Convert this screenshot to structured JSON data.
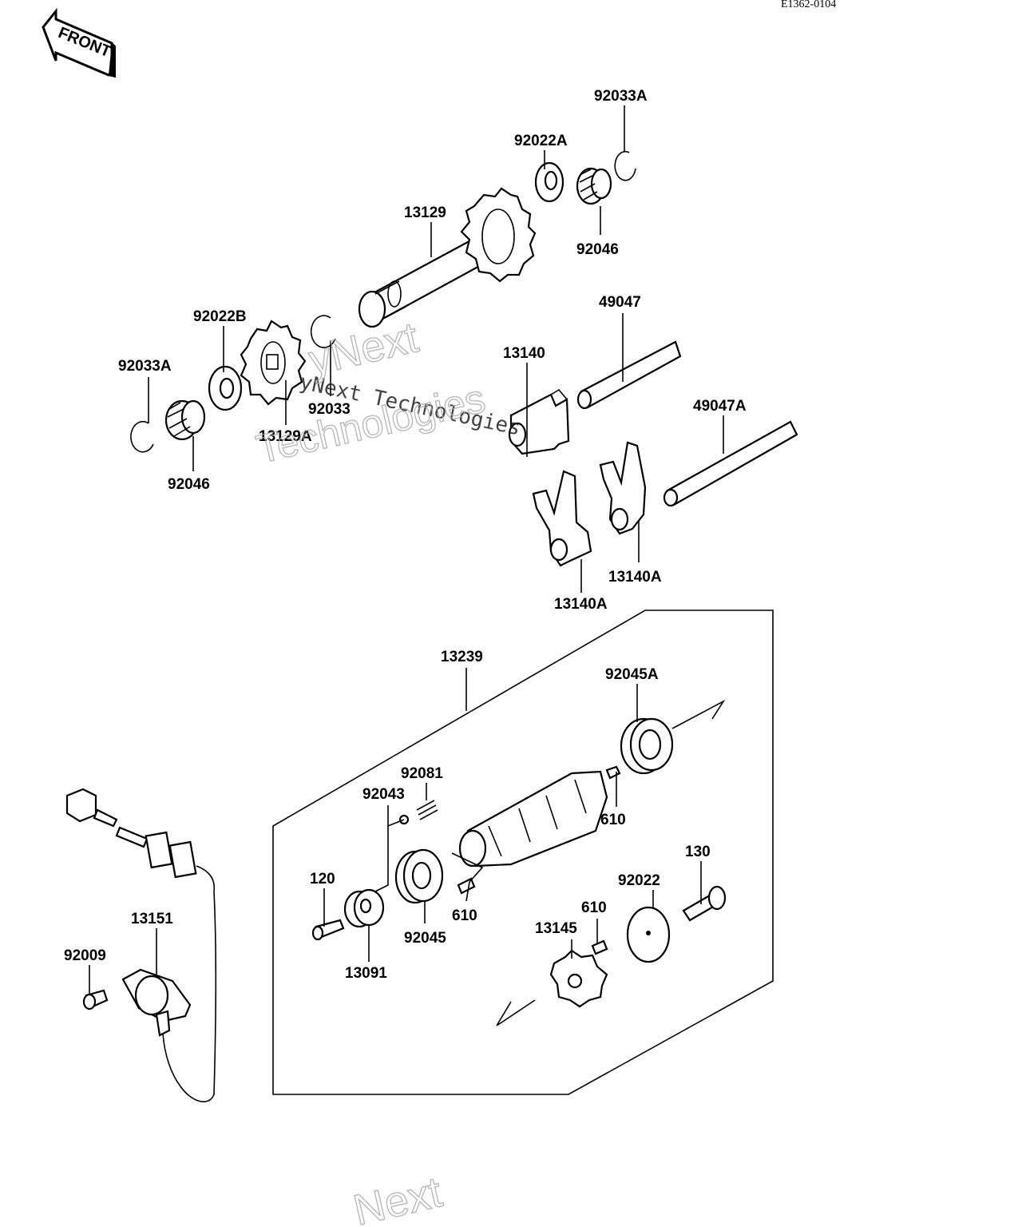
{
  "diagram": {
    "code": "E1362-0104",
    "direction_label": "FRONT",
    "watermark": {
      "line1": "yNext Technologies",
      "line2": "yNext",
      "line3": "Technologies",
      "line4": "Next"
    },
    "parts": [
      {
        "id": "p0",
        "label": "92033A"
      },
      {
        "id": "p1",
        "label": "92022A"
      },
      {
        "id": "p2",
        "label": "13129"
      },
      {
        "id": "p3",
        "label": "92046"
      },
      {
        "id": "p4",
        "label": "49047"
      },
      {
        "id": "p5",
        "label": "92022B"
      },
      {
        "id": "p6",
        "label": "13140"
      },
      {
        "id": "p7",
        "label": "92033A"
      },
      {
        "id": "p8",
        "label": "92033"
      },
      {
        "id": "p9",
        "label": "49047A"
      },
      {
        "id": "p10",
        "label": "13129A"
      },
      {
        "id": "p11",
        "label": "92046"
      },
      {
        "id": "p12",
        "label": "13140A"
      },
      {
        "id": "p13",
        "label": "13140A"
      },
      {
        "id": "p14",
        "label": "13239"
      },
      {
        "id": "p15",
        "label": "92045A"
      },
      {
        "id": "p16",
        "label": "92081"
      },
      {
        "id": "p17",
        "label": "92043"
      },
      {
        "id": "p18",
        "label": "610"
      },
      {
        "id": "p19",
        "label": "120"
      },
      {
        "id": "p20",
        "label": "610"
      },
      {
        "id": "p21",
        "label": "130"
      },
      {
        "id": "p22",
        "label": "92022"
      },
      {
        "id": "p23",
        "label": "13151"
      },
      {
        "id": "p24",
        "label": "610"
      },
      {
        "id": "p25",
        "label": "13145"
      },
      {
        "id": "p26",
        "label": "92045"
      },
      {
        "id": "p27",
        "label": "92009"
      },
      {
        "id": "p28",
        "label": "13091"
      }
    ]
  }
}
